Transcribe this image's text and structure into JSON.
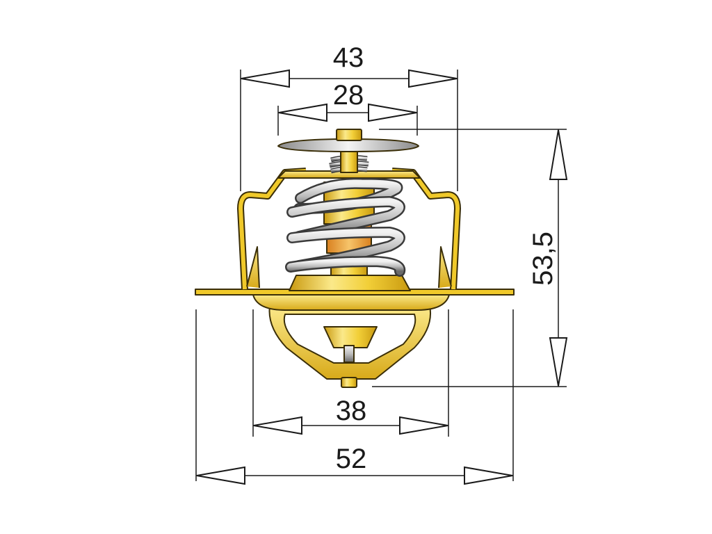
{
  "dimensions": {
    "top_outer": "43",
    "top_inner": "28",
    "height": "53,5",
    "bottom_inner": "38",
    "bottom_outer": "52"
  },
  "colors": {
    "brass_light": "#f7e37a",
    "brass_mid": "#f0c92a",
    "brass_dark": "#c79a12",
    "outline": "#3a2e08",
    "spring_light": "#e8e8e8",
    "spring_dark": "#6e6e6e",
    "copper": "#e8912f",
    "dim_line": "#1a1a1a"
  }
}
